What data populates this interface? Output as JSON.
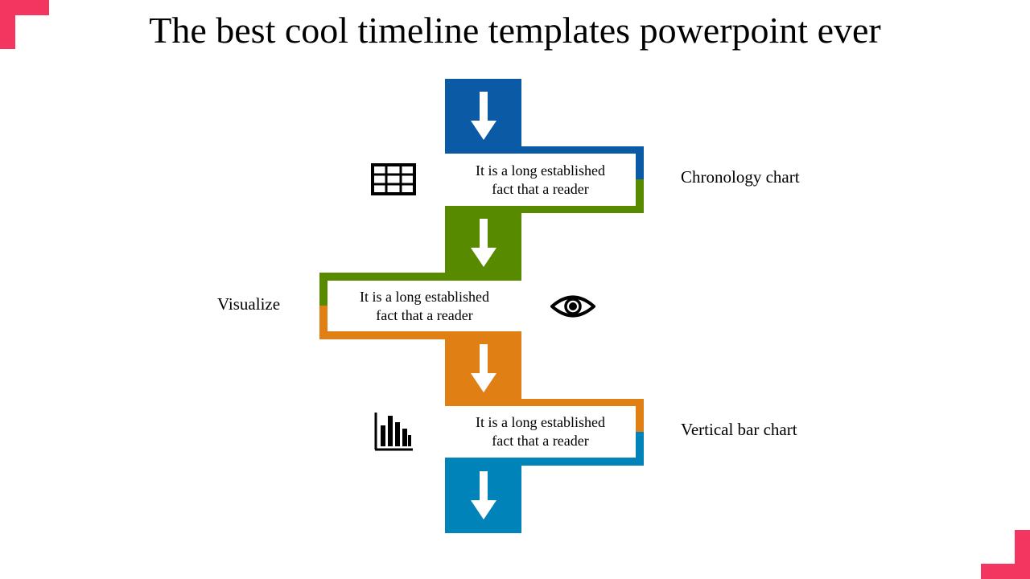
{
  "title": "The best cool timeline templates powerpoint ever",
  "colors": {
    "accent_pink": "#f2365f",
    "step1_blue": "#0b5aa6",
    "step2_green": "#588a00",
    "step3_orange": "#e07f13",
    "step4_teal": "#0083b8"
  },
  "steps": [
    {
      "text_line1": "It is a long established",
      "text_line2": "fact that a reader",
      "label": "Chronology chart",
      "icon": "table-icon"
    },
    {
      "text_line1": "It is a long established",
      "text_line2": "fact that a reader",
      "label": "Visualize",
      "icon": "eye-icon"
    },
    {
      "text_line1": "It is a long established",
      "text_line2": "fact that a reader",
      "label": "Vertical bar chart",
      "icon": "bar-chart-icon"
    }
  ]
}
